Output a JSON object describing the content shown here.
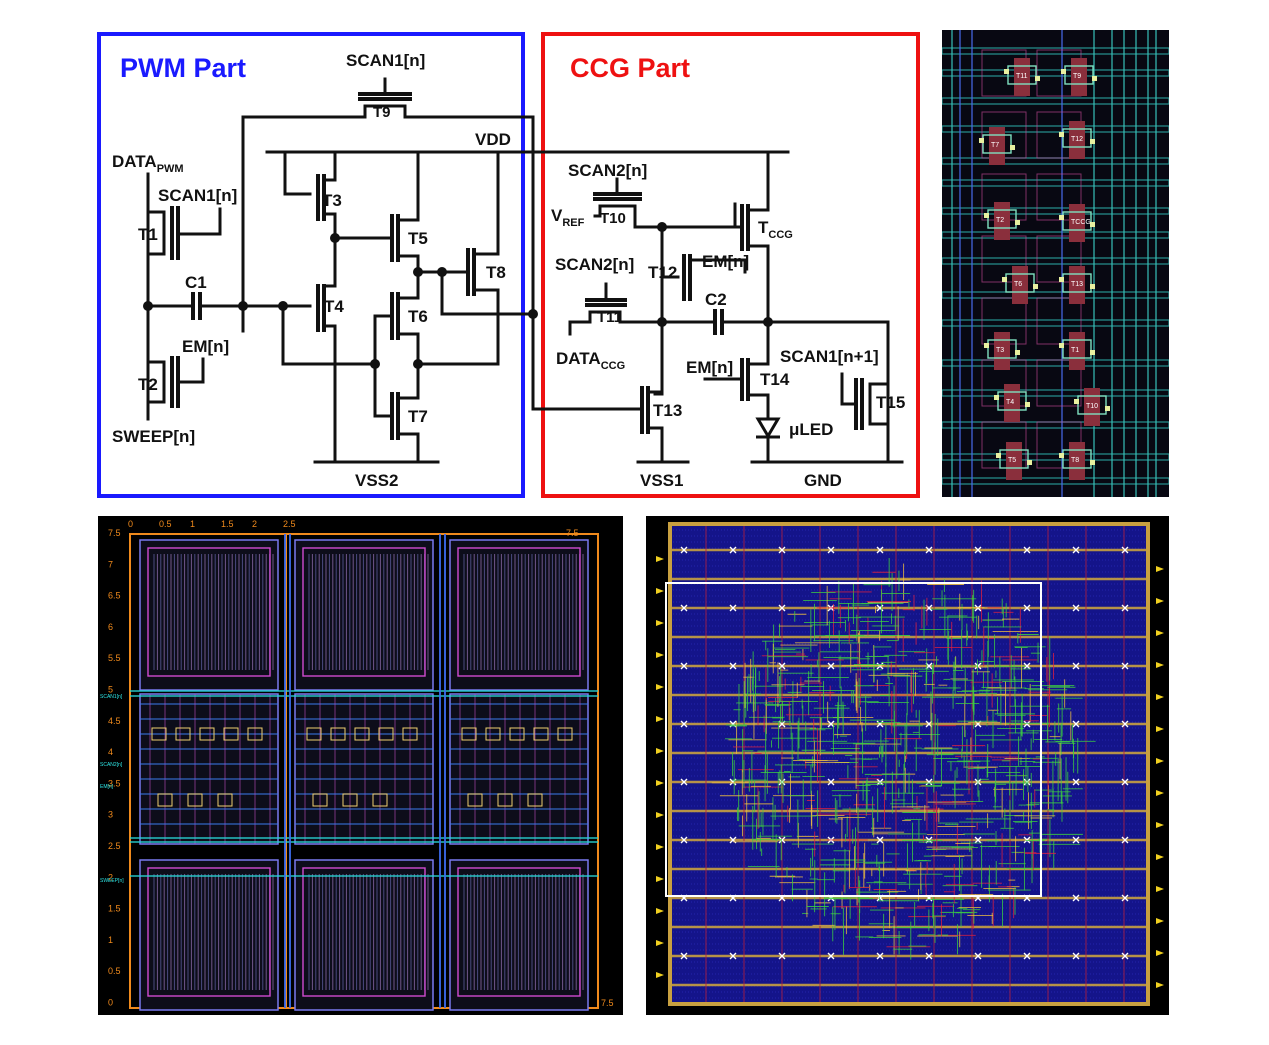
{
  "schematic": {
    "pwm_title": "PWM Part",
    "ccg_title": "CCG Part",
    "pwm_color": "#1a1aff",
    "ccg_color": "#ee1111",
    "nets": {
      "scan1_top": "SCAN1[n]",
      "vdd": "VDD",
      "data_pwm": "DATA",
      "data_pwm_sub": "PWM",
      "scan1_t1": "SCAN1[n]",
      "em_t2": "EM[n]",
      "sweep": "SWEEP[n]",
      "vss2": "VSS2",
      "scan2_t10": "SCAN2[n]",
      "vref": "V",
      "vref_sub": "REF",
      "scan2_t11": "SCAN2[n]",
      "em_t12": "EM[n]",
      "data_ccg": "DATA",
      "data_ccg_sub": "CCG",
      "em_t14": "EM[n]",
      "scan1_next": "SCAN1[n+1]",
      "vss1": "VSS1",
      "gnd": "GND",
      "uled": "μLED"
    },
    "devices": {
      "t1": "T1",
      "t2": "T2",
      "t3": "T3",
      "t4": "T4",
      "t5": "T5",
      "t6": "T6",
      "t7": "T7",
      "t8": "T8",
      "t9": "T9",
      "t10": "T10",
      "t11": "T11",
      "t12": "T12",
      "t13": "T13",
      "t14": "T14",
      "t15": "T15",
      "tccg": "T",
      "tccg_sub": "CCG",
      "c1": "C1",
      "c2": "C2"
    }
  },
  "cell_layout": {
    "labels": [
      "T11",
      "T9",
      "T7",
      "T12",
      "T2",
      "TCCG",
      "T6",
      "T13",
      "T3",
      "T1",
      "T4",
      "T10",
      "T5",
      "T8"
    ]
  },
  "array_layout": {
    "x_ticks": [
      "0",
      "0.5",
      "1",
      "1.5",
      "2",
      "2.5"
    ],
    "x_tick_right": "7.5",
    "y_ticks": [
      "7.5",
      "7",
      "6.5",
      "6",
      "5.5",
      "5",
      "4.5",
      "4",
      "3.5",
      "3",
      "2.5",
      "2",
      "1.5",
      "1",
      "0.5",
      "0"
    ],
    "bottom_right": "7.5",
    "side_labels": [
      "SCAN1[n]",
      "SCAN2[n]",
      "EM[n]",
      "SWEEP[n]"
    ]
  }
}
